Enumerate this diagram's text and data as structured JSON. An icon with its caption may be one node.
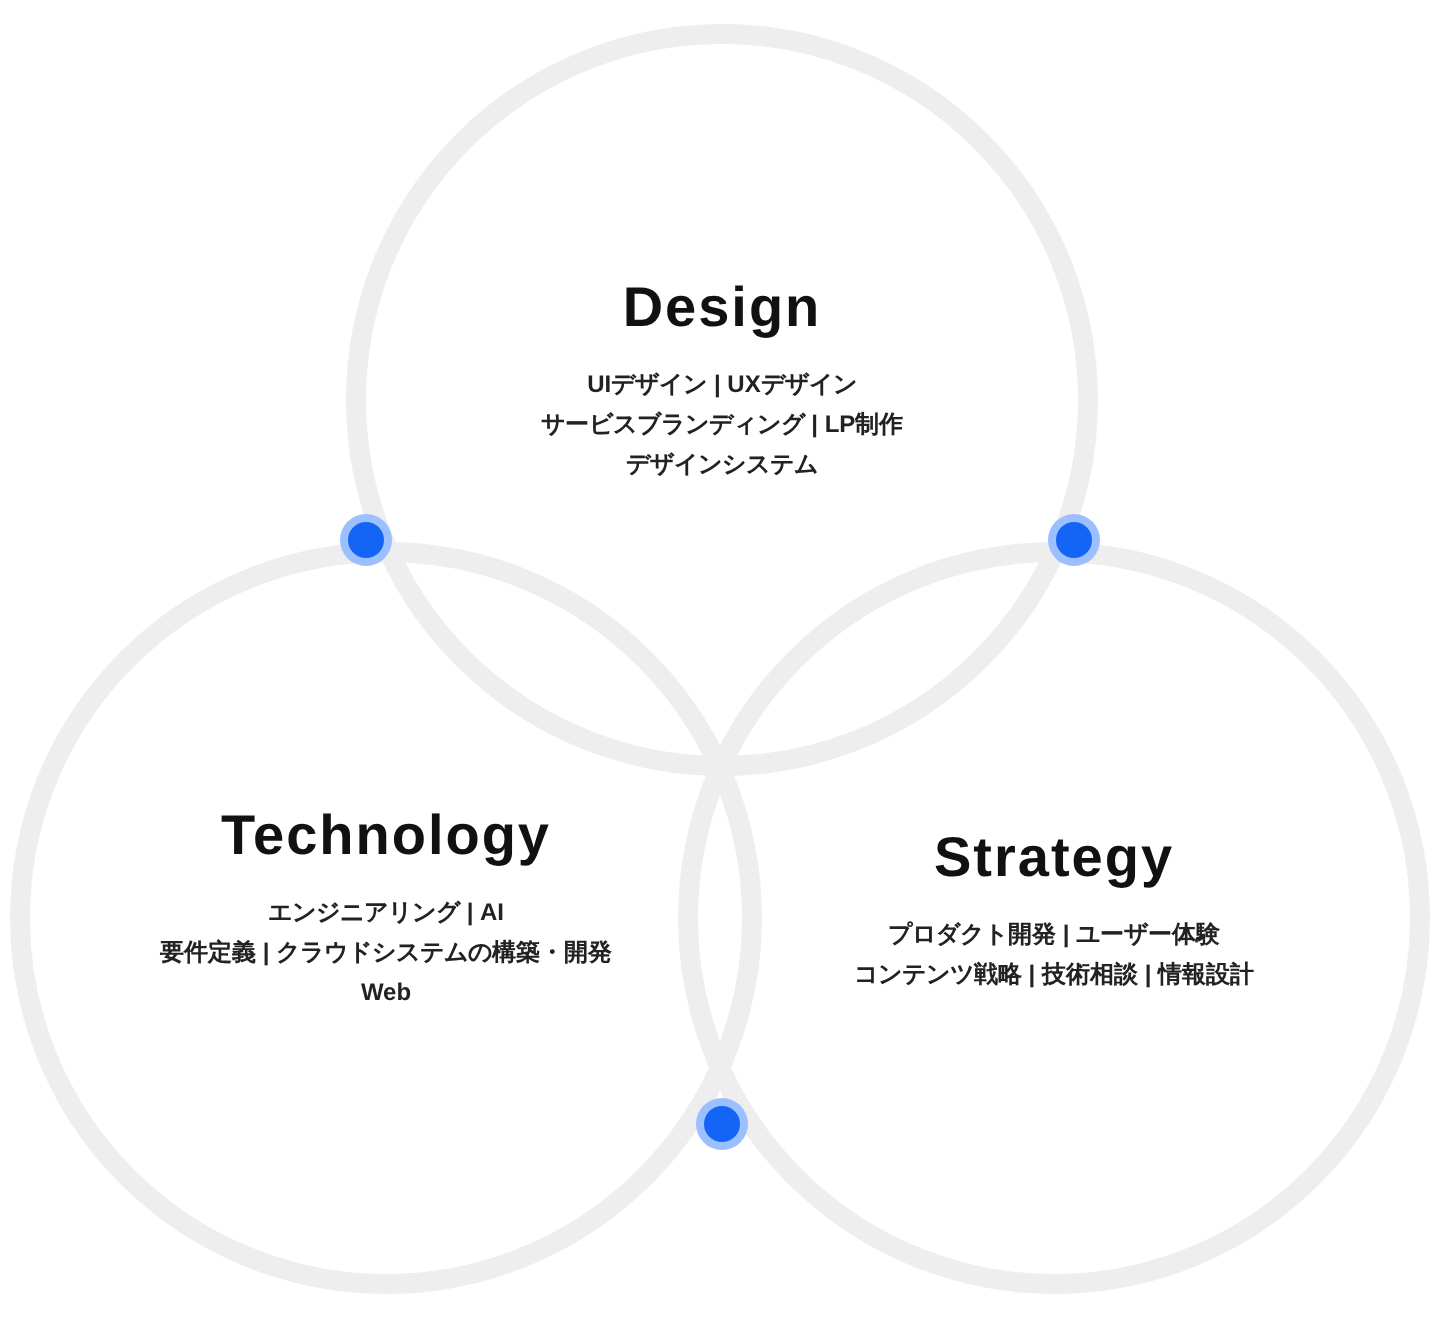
{
  "diagram": {
    "nodes": [
      {
        "text": [
          "Design",
          "UIデザイン | UXデザイン",
          "サービスブランディング | LP制作",
          "デザインシステム"
        ]
      },
      {
        "text": [
          "Technology",
          "エンジニアリング | AI",
          "要件定義 | クラウドシステムの構築・開発",
          "Web"
        ]
      },
      {
        "text": [
          "Strategy",
          "プロダクト開発 | ユーザー体験",
          "コンテンツ戦略 | 技術相談 | 情報設計"
        ]
      }
    ]
  }
}
